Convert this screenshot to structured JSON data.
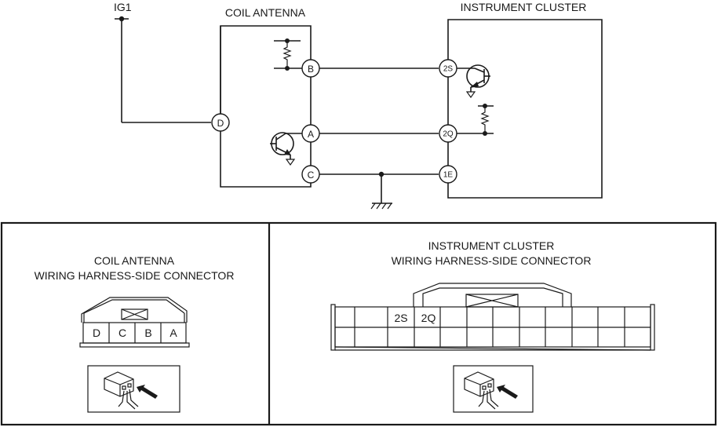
{
  "schematic": {
    "power_label": "IG1",
    "coil_antenna": {
      "title": "COIL ANTENNA",
      "terminals": [
        "B",
        "D",
        "A",
        "C"
      ]
    },
    "instrument_cluster": {
      "title": "INSTRUMENT CLUSTER",
      "terminals": [
        "2S",
        "2Q",
        "1E"
      ]
    },
    "connections": [
      {
        "from": "B",
        "to": "2S"
      },
      {
        "from": "A",
        "to": "2Q"
      },
      {
        "from": "C",
        "to": "1E"
      },
      {
        "from": "IG1",
        "to": "D"
      }
    ],
    "ground": "ground-symbol"
  },
  "panels": {
    "coil_connector": {
      "title_line1": "COIL ANTENNA",
      "title_line2": "WIRING HARNESS-SIDE CONNECTOR",
      "cavities": [
        "D",
        "C",
        "B",
        "A"
      ],
      "view_icon": "harness-connector-view-icon"
    },
    "cluster_connector": {
      "title_line1": "INSTRUMENT CLUSTER",
      "title_line2": "WIRING HARNESS-SIDE CONNECTOR",
      "labeled_cavities": [
        "2S",
        "2Q"
      ],
      "view_icon": "harness-connector-view-icon"
    }
  }
}
